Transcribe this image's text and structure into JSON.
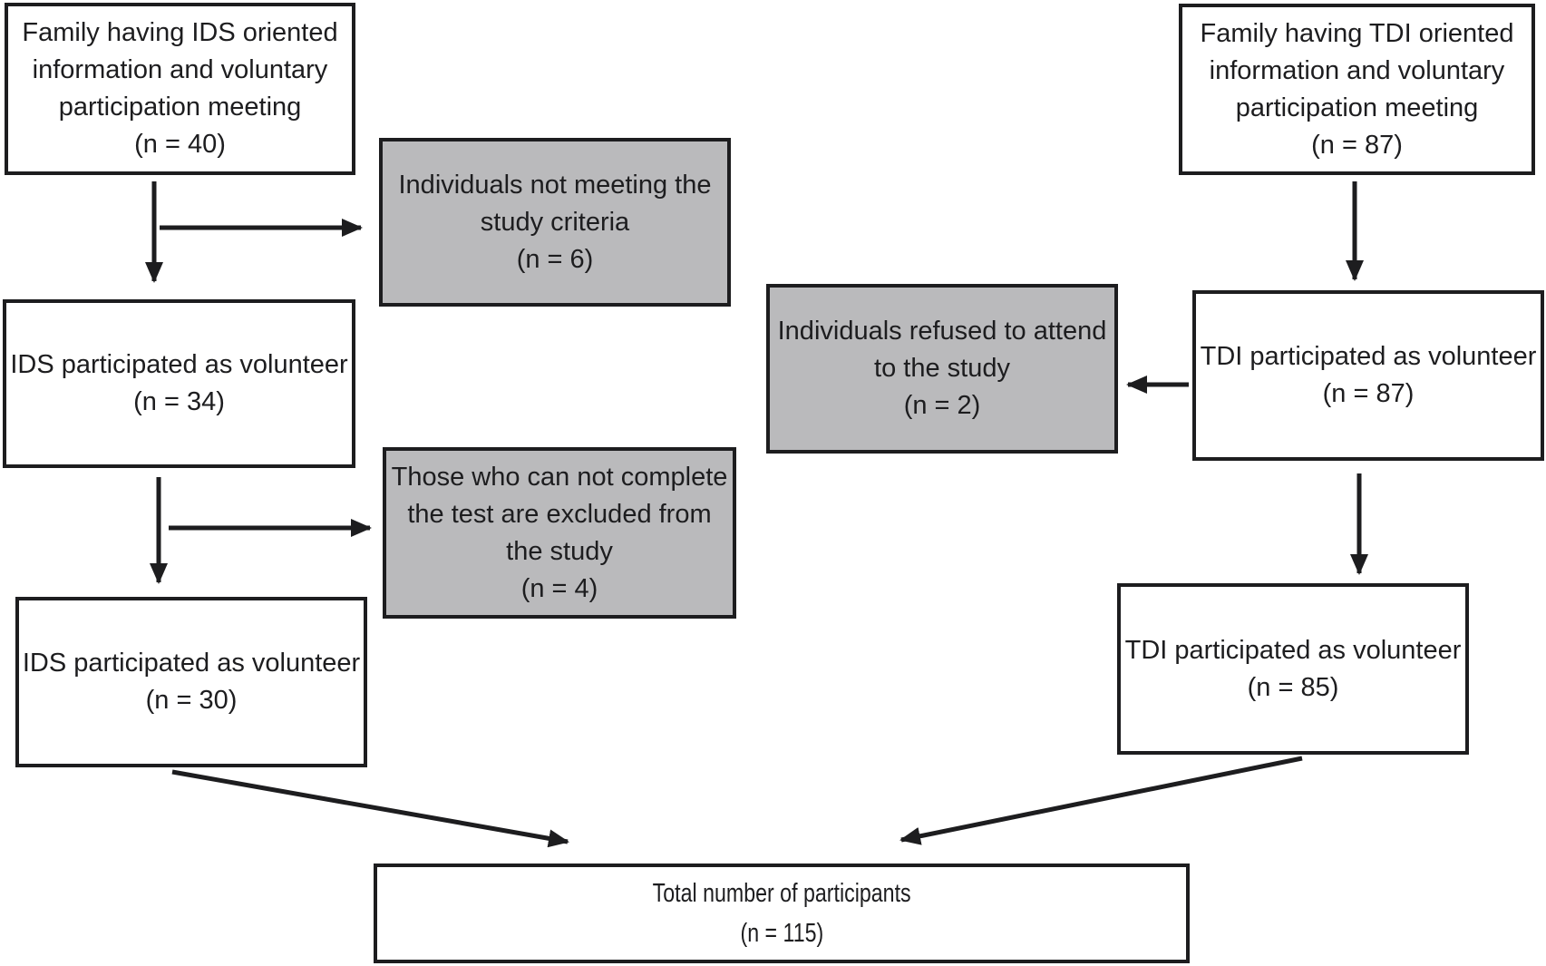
{
  "diagram": {
    "colors": {
      "box_border": "#1d1d1f",
      "white_box_fill": "#ffffff",
      "gray_box_fill": "#bababc",
      "text": "#1d1d1f",
      "arrow": "#1d1d1f"
    },
    "boxes": [
      {
        "id": "ids-meeting",
        "variant": "white",
        "lines": [
          "Family having IDS oriented",
          "information and voluntary",
          "participation meeting",
          "(n = 40)"
        ]
      },
      {
        "id": "ids-not-meeting-criteria",
        "variant": "gray",
        "lines": [
          "Individuals not meeting the",
          "study criteria",
          "(n = 6)"
        ]
      },
      {
        "id": "ids-volunteer-34",
        "variant": "white",
        "lines": [
          "IDS participated as volunteer",
          "(n = 34)"
        ]
      },
      {
        "id": "ids-cannot-complete-test",
        "variant": "gray",
        "lines": [
          "Those who can not complete",
          "the test are excluded from",
          "the study",
          "(n = 4)"
        ]
      },
      {
        "id": "ids-volunteer-30",
        "variant": "white",
        "lines": [
          "IDS participated as volunteer",
          "(n = 30)"
        ]
      },
      {
        "id": "tdi-meeting",
        "variant": "white",
        "lines": [
          "Family having TDI oriented",
          "information and voluntary",
          "participation meeting",
          "(n = 87)"
        ]
      },
      {
        "id": "tdi-refused-to-attend",
        "variant": "gray",
        "lines": [
          "Individuals refused to attend",
          "to the study",
          "(n = 2)"
        ]
      },
      {
        "id": "tdi-volunteer-87",
        "variant": "white",
        "lines": [
          "TDI participated as volunteer",
          "(n = 87)"
        ]
      },
      {
        "id": "tdi-volunteer-85",
        "variant": "white",
        "lines": [
          "TDI participated as volunteer",
          "(n = 85)"
        ]
      },
      {
        "id": "total-participants",
        "variant": "white",
        "lines": [
          "Total number of participants",
          "(n = 115)"
        ]
      }
    ],
    "edges": [
      {
        "from": "ids-meeting",
        "to": "ids-volunteer-34"
      },
      {
        "from": "ids-meeting",
        "to": "ids-not-meeting-criteria"
      },
      {
        "from": "ids-volunteer-34",
        "to": "ids-volunteer-30"
      },
      {
        "from": "ids-volunteer-34",
        "to": "ids-cannot-complete-test"
      },
      {
        "from": "tdi-meeting",
        "to": "tdi-volunteer-87"
      },
      {
        "from": "tdi-volunteer-87",
        "to": "tdi-refused-to-attend"
      },
      {
        "from": "tdi-volunteer-87",
        "to": "tdi-volunteer-85"
      },
      {
        "from": "ids-volunteer-30",
        "to": "total-participants"
      },
      {
        "from": "tdi-volunteer-85",
        "to": "total-participants"
      }
    ]
  }
}
